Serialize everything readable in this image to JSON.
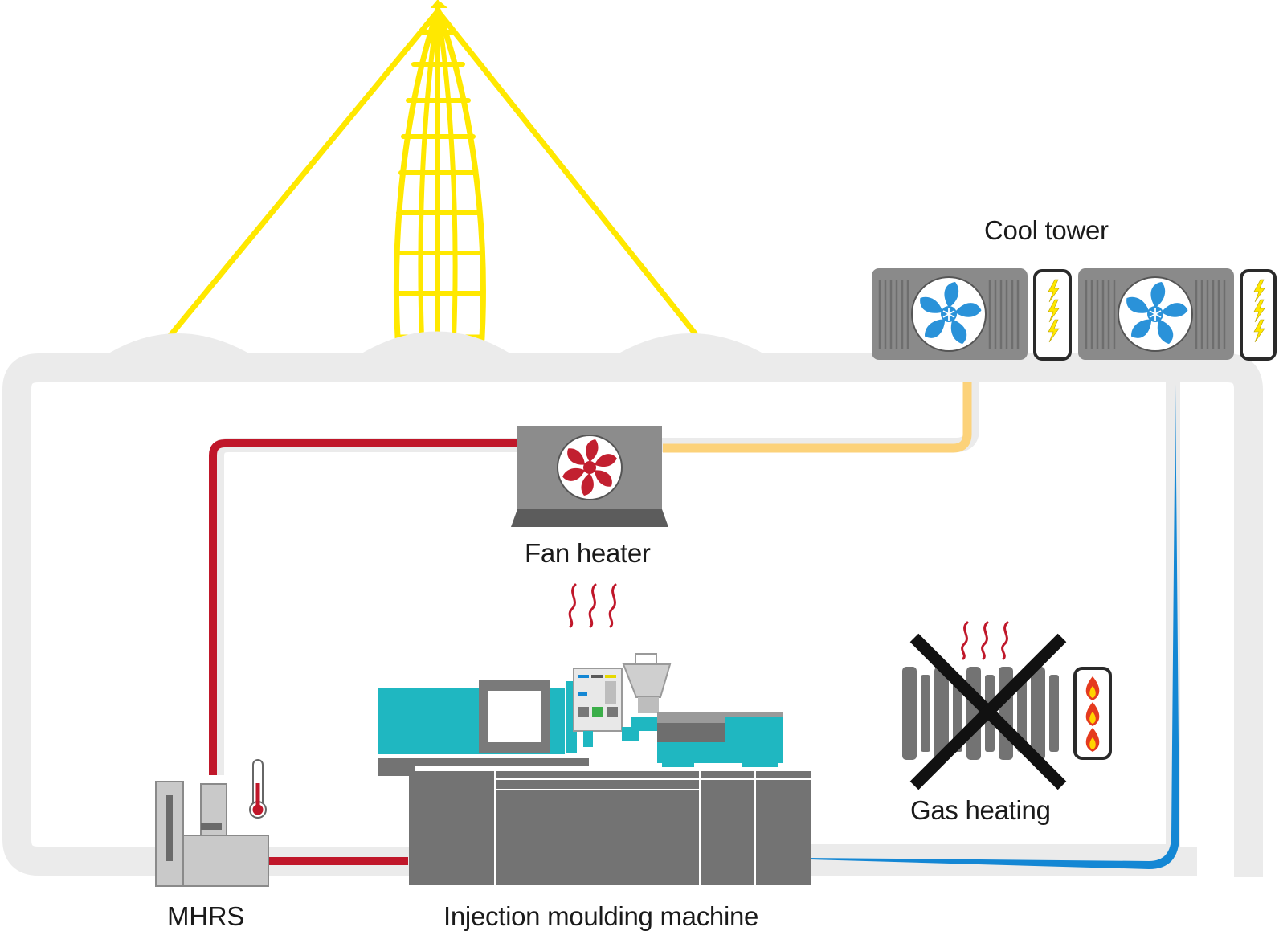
{
  "labels": {
    "cool_tower": "Cool tower",
    "fan_heater": "Fan heater",
    "gas_heating": "Gas heating",
    "mhrs": "MHRS",
    "injection_machine": "Injection moulding machine"
  },
  "colors": {
    "structure_yellow": "#FFE800",
    "hot_line": "#C0172A",
    "warm_line": "#FCD27A",
    "cold_line": "#1487D4",
    "pipe_grey": "#EBEBEB",
    "machine_grey": "#737373",
    "machine_teal": "#1FB7C1",
    "fan_blue": "#2A92D9",
    "fan_red": "#C22030"
  },
  "icons": [
    "fan-icon",
    "snowflake-icon",
    "lightning-icon",
    "thermometer-icon",
    "flame-icon",
    "heat-waves-icon",
    "cross-icon"
  ]
}
